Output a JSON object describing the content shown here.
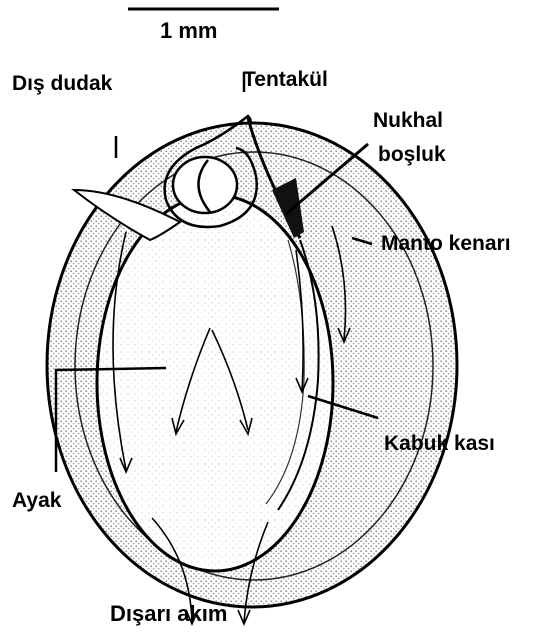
{
  "scale_bar": {
    "label": "1 mm"
  },
  "labels": {
    "dis_dudak": "Dış dudak",
    "tentakul": "Tentakül",
    "nukhal_line1": "Nukhal",
    "nukhal_line2": "boşluk",
    "manto_kenari": "Manto kenarı",
    "kabuk_kasi": "Kabuk kası",
    "ayak": "Ayak",
    "disari_akim": "Dışarı akım"
  },
  "colors": {
    "ink": "#000000",
    "stipple": "#9a9a9a",
    "background": "#ffffff"
  }
}
